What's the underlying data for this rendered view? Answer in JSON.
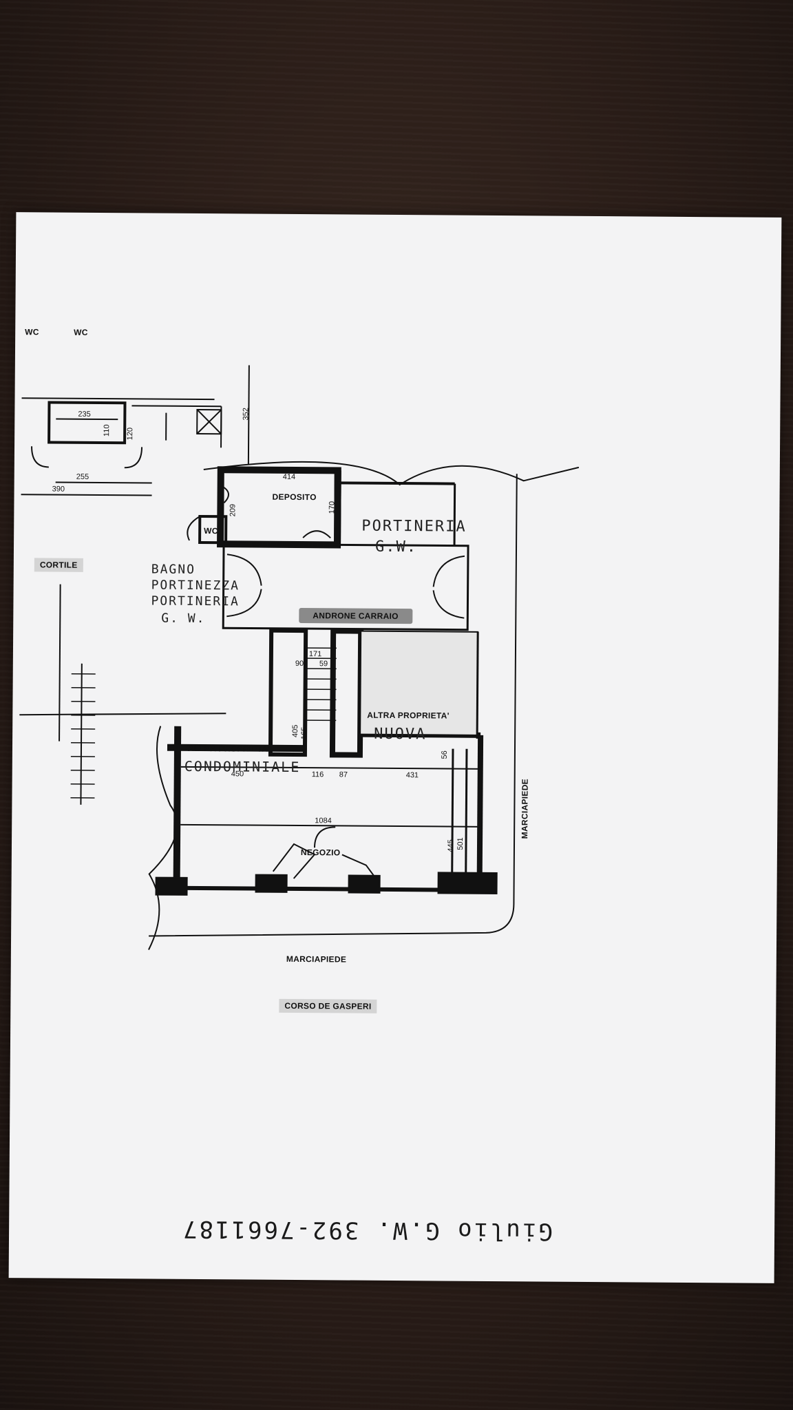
{
  "rooms": {
    "wc_left": "WC",
    "wc_right": "WC",
    "wc_small": "WC",
    "cortile": "CORTILE",
    "deposito": "DEPOSITO",
    "androne": "ANDRONE CARRAIO",
    "altra_left": "ALTRA PROPRIETA'",
    "altra_right": "ALTRA PROPRIETA'",
    "negozio": "NEGOZIO",
    "marciapiede_bottom": "MARCIAPIEDE",
    "marciapiede_side": "MARCIAPIEDE",
    "street": "CORSO DE GASPERI"
  },
  "dimensions": {
    "d235": "235",
    "d110": "110",
    "d120": "120",
    "d255": "255",
    "d390": "390",
    "d352": "352",
    "d414": "414",
    "d209": "209",
    "d170": "170",
    "d171": "171",
    "d90": "90",
    "d59": "59",
    "d405": "405",
    "d165": "165",
    "d56": "56",
    "d450": "450",
    "d116": "116",
    "d87": "87",
    "d431": "431",
    "d445": "445",
    "d501": "501",
    "d1084": "1084"
  },
  "handwritten": {
    "portineria_line1": "PORTINERIA",
    "portineria_line2": "G.W.",
    "bagno_line1": "BAGNO",
    "bagno_line2": "PORTINEZZA",
    "bagno_line3": "PORTINERIA",
    "bagno_line4": "G. W.",
    "condominiale": "CONDOMINIALE",
    "nuova": "NUOVA",
    "contact": "Giulio G.W. 392-7661187"
  }
}
